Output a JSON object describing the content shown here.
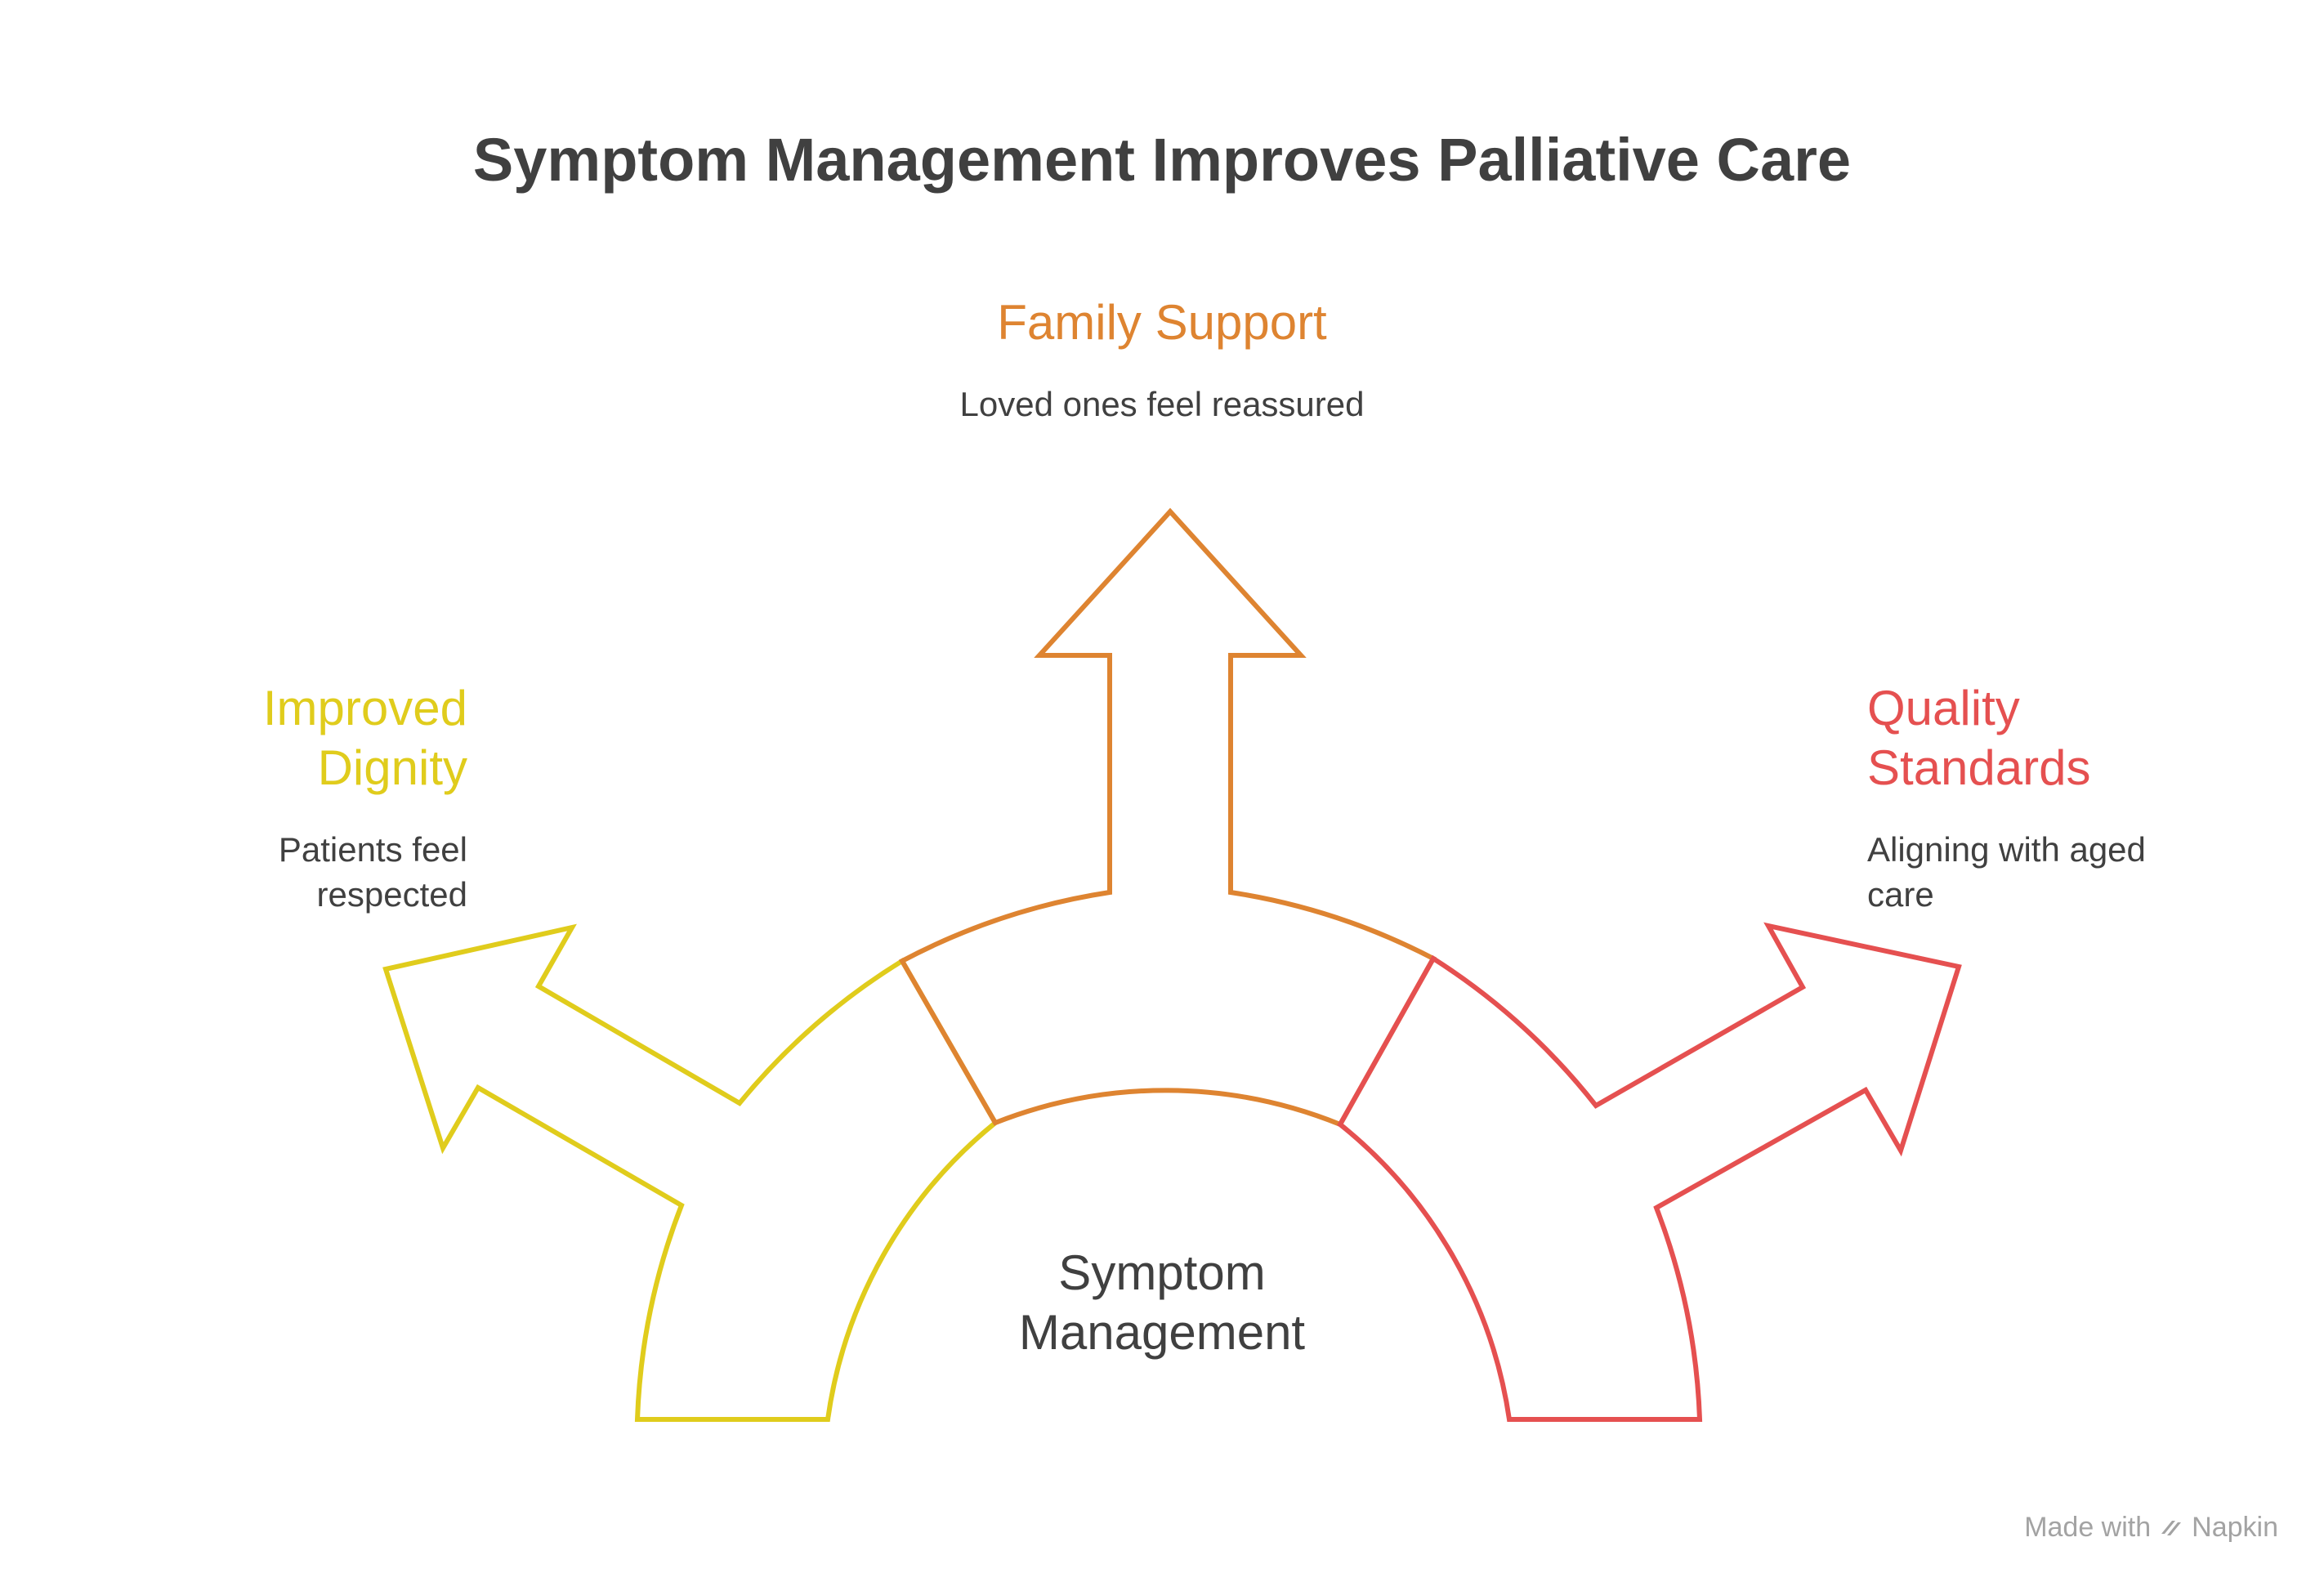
{
  "title": "Symptom Management Improves Palliative Care",
  "center": {
    "label": "Symptom Management"
  },
  "branches": [
    {
      "title": "Family Support",
      "description": "Loved ones feel reassured",
      "color": "#de8431"
    },
    {
      "title": "Improved Dignity",
      "description": "Patients feel respected",
      "color": "#e0cc1c"
    },
    {
      "title": "Quality Standards",
      "description": "Aligning with aged care",
      "color": "#e55050"
    }
  ],
  "footer": {
    "made_with": "Made with",
    "brand": "Napkin",
    "icon": "napkin-logo-icon"
  }
}
